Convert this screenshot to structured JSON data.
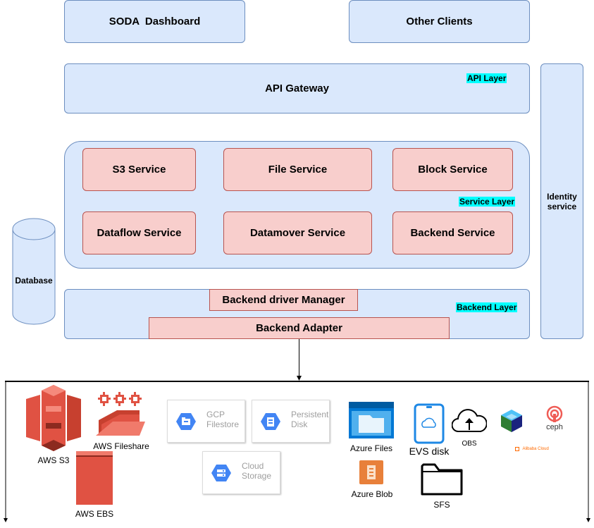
{
  "top": {
    "dashboard": "SODA  Dashboard",
    "other_clients": "Other Clients"
  },
  "api": {
    "gateway": "API Gateway",
    "layer_label": "API Layer"
  },
  "identity": {
    "label": "Identity\nservice"
  },
  "service_layer": {
    "label": "Service Layer",
    "services": [
      "S3 Service",
      "File Service",
      "Block Service",
      "Dataflow Service",
      "Datamover Service",
      "Backend Service"
    ]
  },
  "database": {
    "label": "Database"
  },
  "backend_layer": {
    "label": "Backend Layer",
    "driver_manager": "Backend driver Manager",
    "adapter": "Backend Adapter"
  },
  "backends": {
    "aws_s3": "AWS S3",
    "aws_fileshare": "AWS Fileshare",
    "aws_ebs": "AWS EBS",
    "gcp_filestore": "GCP\nFilestore",
    "persistent_disk": "Persistent\nDisk",
    "cloud_storage": "Cloud\nStorage",
    "azure_files": "Azure Files",
    "azure_blob": "Azure Blob",
    "evs_disk": "EVS disk",
    "obs": "OBS",
    "sfs": "SFS",
    "ceph": "ceph",
    "alibaba": "Alibaba Cloud"
  },
  "colors": {
    "layer_fill": "#dae8fc",
    "layer_stroke": "#6c8ebf",
    "service_fill": "#f8cecc",
    "service_stroke": "#b85450",
    "label_highlight": "#00ffff",
    "aws_red": "#e05243",
    "gcp_blue": "#4285f4",
    "azure_blue": "#0078d4"
  }
}
